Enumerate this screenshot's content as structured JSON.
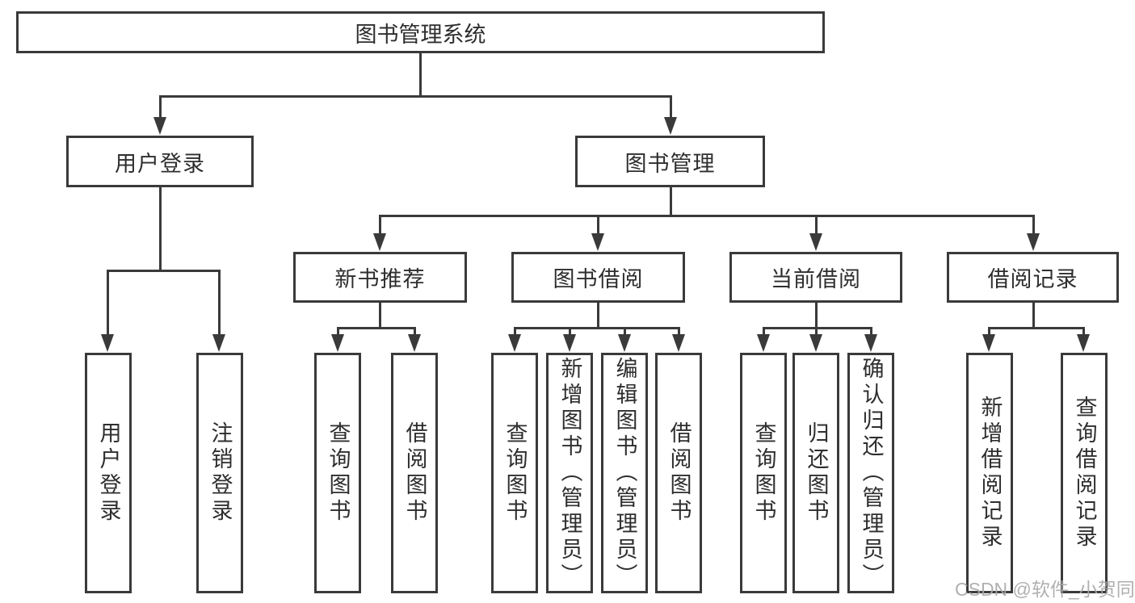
{
  "diagram": {
    "root": {
      "label": "图书管理系统"
    },
    "level2": {
      "user_login": {
        "label": "用户登录"
      },
      "book_management": {
        "label": "图书管理"
      }
    },
    "level3": {
      "new_book_recommend": {
        "label": "新书推荐"
      },
      "book_borrow": {
        "label": "图书借阅"
      },
      "current_borrow": {
        "label": "当前借阅"
      },
      "borrow_record": {
        "label": "借阅记录"
      }
    },
    "leaves": {
      "user_login": [
        {
          "label": "用户登录"
        },
        {
          "label": "注销登录"
        }
      ],
      "new_book_recommend": [
        {
          "label": "查询图书"
        },
        {
          "label": "借阅图书"
        }
      ],
      "book_borrow": [
        {
          "label": "查询图书"
        },
        {
          "label": "新增图书（管理员）"
        },
        {
          "label": "编辑图书（管理员）"
        },
        {
          "label": "借阅图书"
        }
      ],
      "current_borrow": [
        {
          "label": "查询图书"
        },
        {
          "label": "归还图书"
        },
        {
          "label": "确认归还（管理员）"
        }
      ],
      "borrow_record": [
        {
          "label": "新增借阅记录"
        },
        {
          "label": "查询借阅记录"
        }
      ]
    },
    "watermark": "CSDN @软件_小贺同学",
    "colors": {
      "line": "#3a3a3a",
      "text": "#2e2e2e",
      "watermark": "#a8a8a8",
      "background": "#ffffff"
    }
  }
}
